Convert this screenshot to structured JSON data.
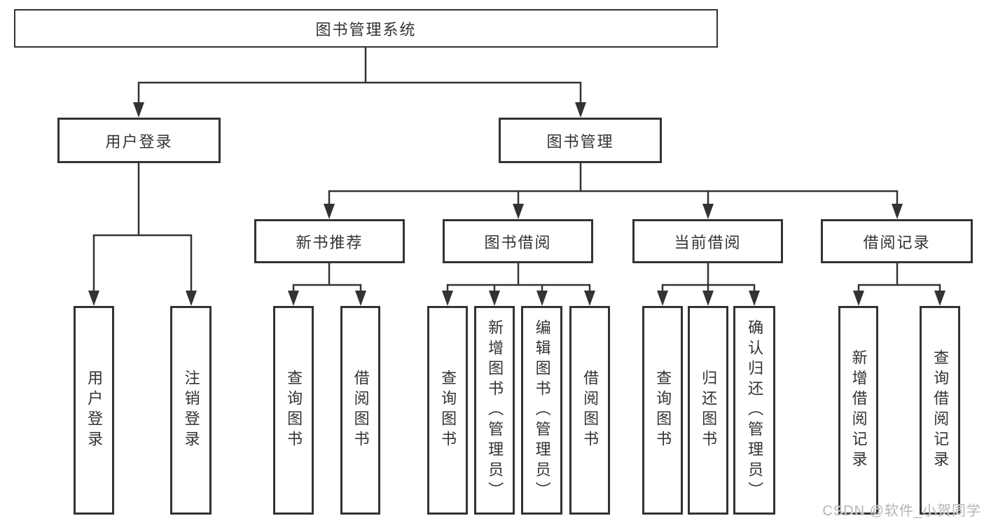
{
  "tree": {
    "root": "图书管理系统",
    "level2": [
      {
        "label": "用户登录",
        "leaves": [
          "用户登录",
          "注销登录"
        ]
      },
      {
        "label": "图书管理",
        "groups": [
          {
            "label": "新书推荐",
            "leaves": [
              "查询图书",
              "借阅图书"
            ]
          },
          {
            "label": "图书借阅",
            "leaves": [
              "查询图书",
              "新增图书（管理员）",
              "编辑图书（管理员）",
              "借阅图书"
            ]
          },
          {
            "label": "当前借阅",
            "leaves": [
              "查询图书",
              "归还图书",
              "确认归还（管理员）"
            ]
          },
          {
            "label": "借阅记录",
            "leaves": [
              "新增借阅记录",
              "查询借阅记录"
            ]
          }
        ]
      }
    ]
  },
  "watermark": "CSDN @软件_小贺同学",
  "colors": {
    "line": "#333333",
    "text": "#333333",
    "background": "#ffffff",
    "watermark": "#b5b5b5"
  }
}
